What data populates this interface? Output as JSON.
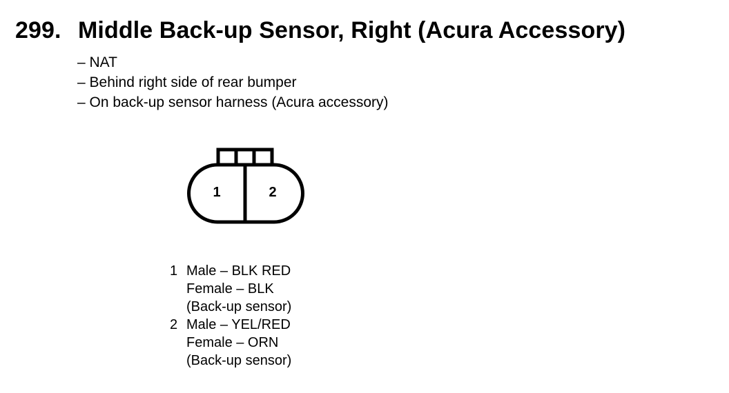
{
  "header": {
    "number": "299.",
    "title": "Middle Back-up Sensor, Right (Acura Accessory)"
  },
  "notes": [
    "– NAT",
    "– Behind right side of rear bumper",
    "– On back-up sensor harness (Acura accessory)"
  ],
  "connector": {
    "cavities": [
      "1",
      "2"
    ]
  },
  "pins": [
    {
      "number": "1",
      "male": "Male – BLK RED",
      "female": "Female – BLK",
      "component": "(Back-up sensor)"
    },
    {
      "number": "2",
      "male": "Male – YEL/RED",
      "female": "Female – ORN",
      "component": "(Back-up sensor)"
    }
  ]
}
